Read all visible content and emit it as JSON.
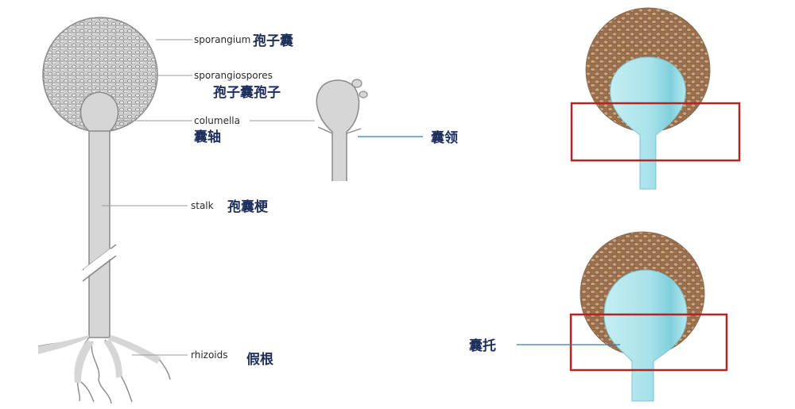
{
  "labels": {
    "sporangium_en": "sporangium",
    "sporangium_zh": "孢子囊",
    "sporangiospores_en": "sporangiospores",
    "sporangiospores_zh": "孢子囊孢子",
    "columella_en": "columella",
    "columella_zh": "囊轴",
    "collar_zh": "囊领",
    "stalk_en": "stalk",
    "stalk_zh": "孢囊梗",
    "rhizoids_en": "rhizoids",
    "rhizoids_zh": "假根",
    "apophysis_zh": "囊托"
  },
  "colors": {
    "diagram_outline": "#8a8a8a",
    "diagram_fill": "#d6d6d6",
    "spore_brown": "#b08560",
    "columella_blue": "#a9e3ea",
    "highlight_box": "#b32424",
    "collar_line": "#3a78b5",
    "label_zh": "#1f2f5c"
  }
}
